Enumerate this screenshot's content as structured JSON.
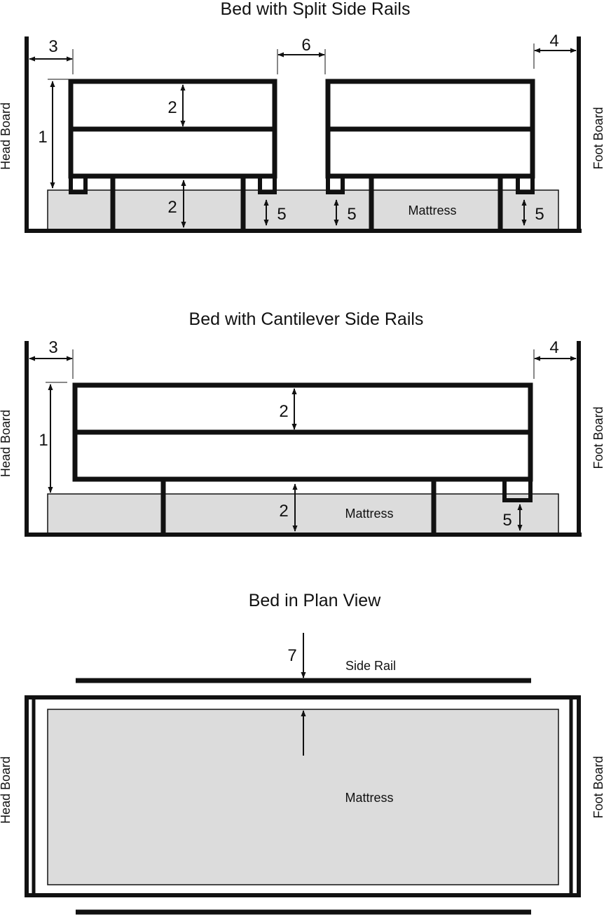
{
  "diagrams": [
    {
      "title": "Bed with Split Side Rails",
      "head_label": "Head Board",
      "foot_label": "Foot Board",
      "mattress_label": "Mattress",
      "dimensions": [
        "3",
        "6",
        "4",
        "2",
        "1",
        "2",
        "5",
        "5",
        "5"
      ]
    },
    {
      "title": "Bed with Cantilever Side Rails",
      "head_label": "Head Board",
      "foot_label": "Foot Board",
      "mattress_label": "Mattress",
      "dimensions": [
        "3",
        "4",
        "2",
        "1",
        "2",
        "5"
      ]
    },
    {
      "title": "Bed in Plan View",
      "head_label": "Head Board",
      "foot_label": "Foot Board",
      "mattress_label": "Mattress",
      "side_rail_label": "Side Rail",
      "dimensions": [
        "7"
      ]
    }
  ]
}
